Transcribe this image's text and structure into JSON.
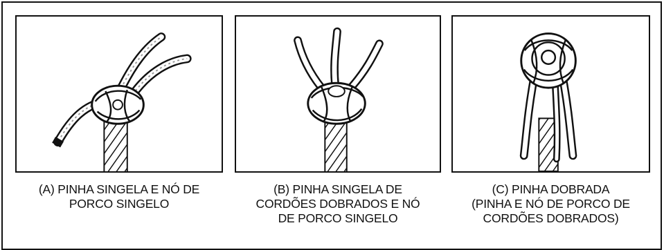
{
  "figure": {
    "panels": [
      {
        "id": "a",
        "knot_icon": "single-wall-crown-knot-icon",
        "caption_lines": [
          "(A) PINHA SINGELA E NÓ DE",
          "PORCO SINGELO"
        ]
      },
      {
        "id": "b",
        "knot_icon": "single-wall-doubled-strands-knot-icon",
        "caption_lines": [
          "(B) PINHA SINGELA DE",
          "CORDÕES DOBRADOS E NÓ",
          "DE PORCO SINGELO"
        ]
      },
      {
        "id": "c",
        "knot_icon": "double-wall-crown-knot-icon",
        "caption_lines": [
          "(C) PINHA DOBRADA",
          "(PINHA E NÓ DE PORCO DE",
          "CORDÕES DOBRADOS)"
        ]
      }
    ],
    "colors": {
      "ink": "#111111",
      "rope_shade": "#9a9a9a",
      "background": "#ffffff"
    }
  }
}
